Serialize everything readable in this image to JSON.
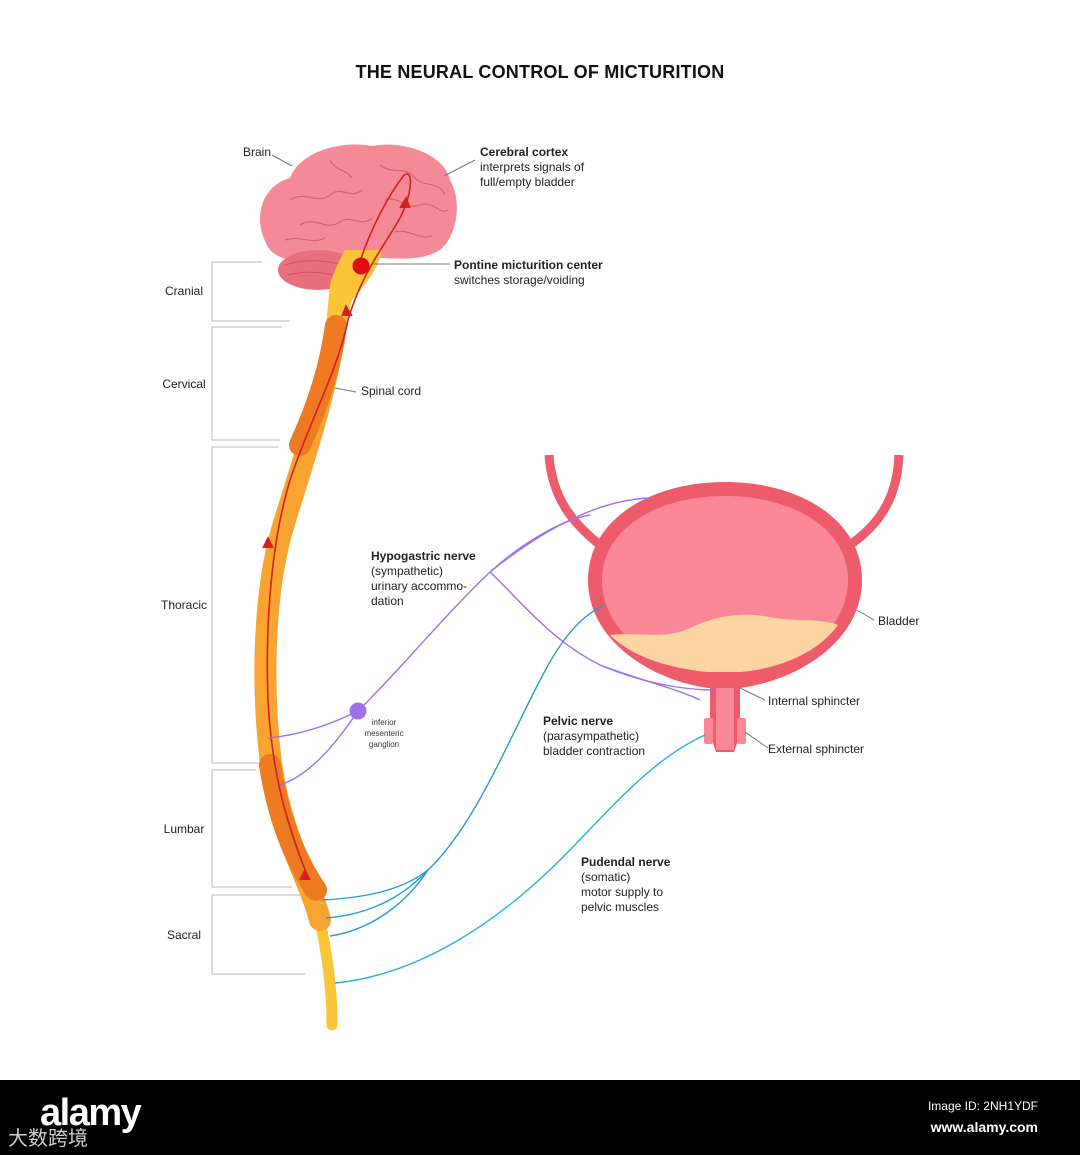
{
  "title": "THE NEURAL CONTROL OF MICTURITION",
  "regions": [
    "Cranial",
    "Cervical",
    "Thoracic",
    "Lumbar",
    "Sacral"
  ],
  "labels": {
    "brain": "Brain",
    "cortex_title": "Cerebral cortex",
    "cortex_desc1": "interprets signals of",
    "cortex_desc2": "full/empty bladder",
    "pontine_title": "Pontine micturition center",
    "pontine_desc": "switches storage/voiding",
    "spinal_cord": "Spinal cord",
    "hypo_title": "Hypogastric nerve",
    "hypo_desc1": "(sympathetic)",
    "hypo_desc2": "urinary accommo-",
    "hypo_desc3": "dation",
    "ganglion1": "inferior",
    "ganglion2": "mesenteric",
    "ganglion3": "ganglion",
    "pelvic_title": "Pelvic nerve",
    "pelvic_desc1": "(parasympathetic)",
    "pelvic_desc2": "bladder contraction",
    "pudendal_title": "Pudendal nerve",
    "pudendal_desc1": "(somatic)",
    "pudendal_desc2": "motor supply to",
    "pudendal_desc3": "pelvic muscles",
    "bladder": "Bladder",
    "internal_sphincter": "Internal sphincter",
    "external_sphincter": "External sphincter"
  },
  "footer": {
    "logo": "alamy",
    "watermark": "大数跨境",
    "image_id": "Image ID: 2NH1YDF",
    "site": "www.alamy.com"
  },
  "colors": {
    "brain": "#f48a98",
    "cerebellum": "#e8707c",
    "cord_orange": "#f7a431",
    "cord_dark": "#ee7a22",
    "cord_yellow": "#fbc53a",
    "signal": "#d42020",
    "bladder_wall": "#ee5c6c",
    "bladder_fill": "#f98795",
    "urine": "#fcd5a3",
    "sympathetic": "#a070e8",
    "parasympathetic": "#2a9ad6",
    "somatic": "#22b4d8"
  }
}
